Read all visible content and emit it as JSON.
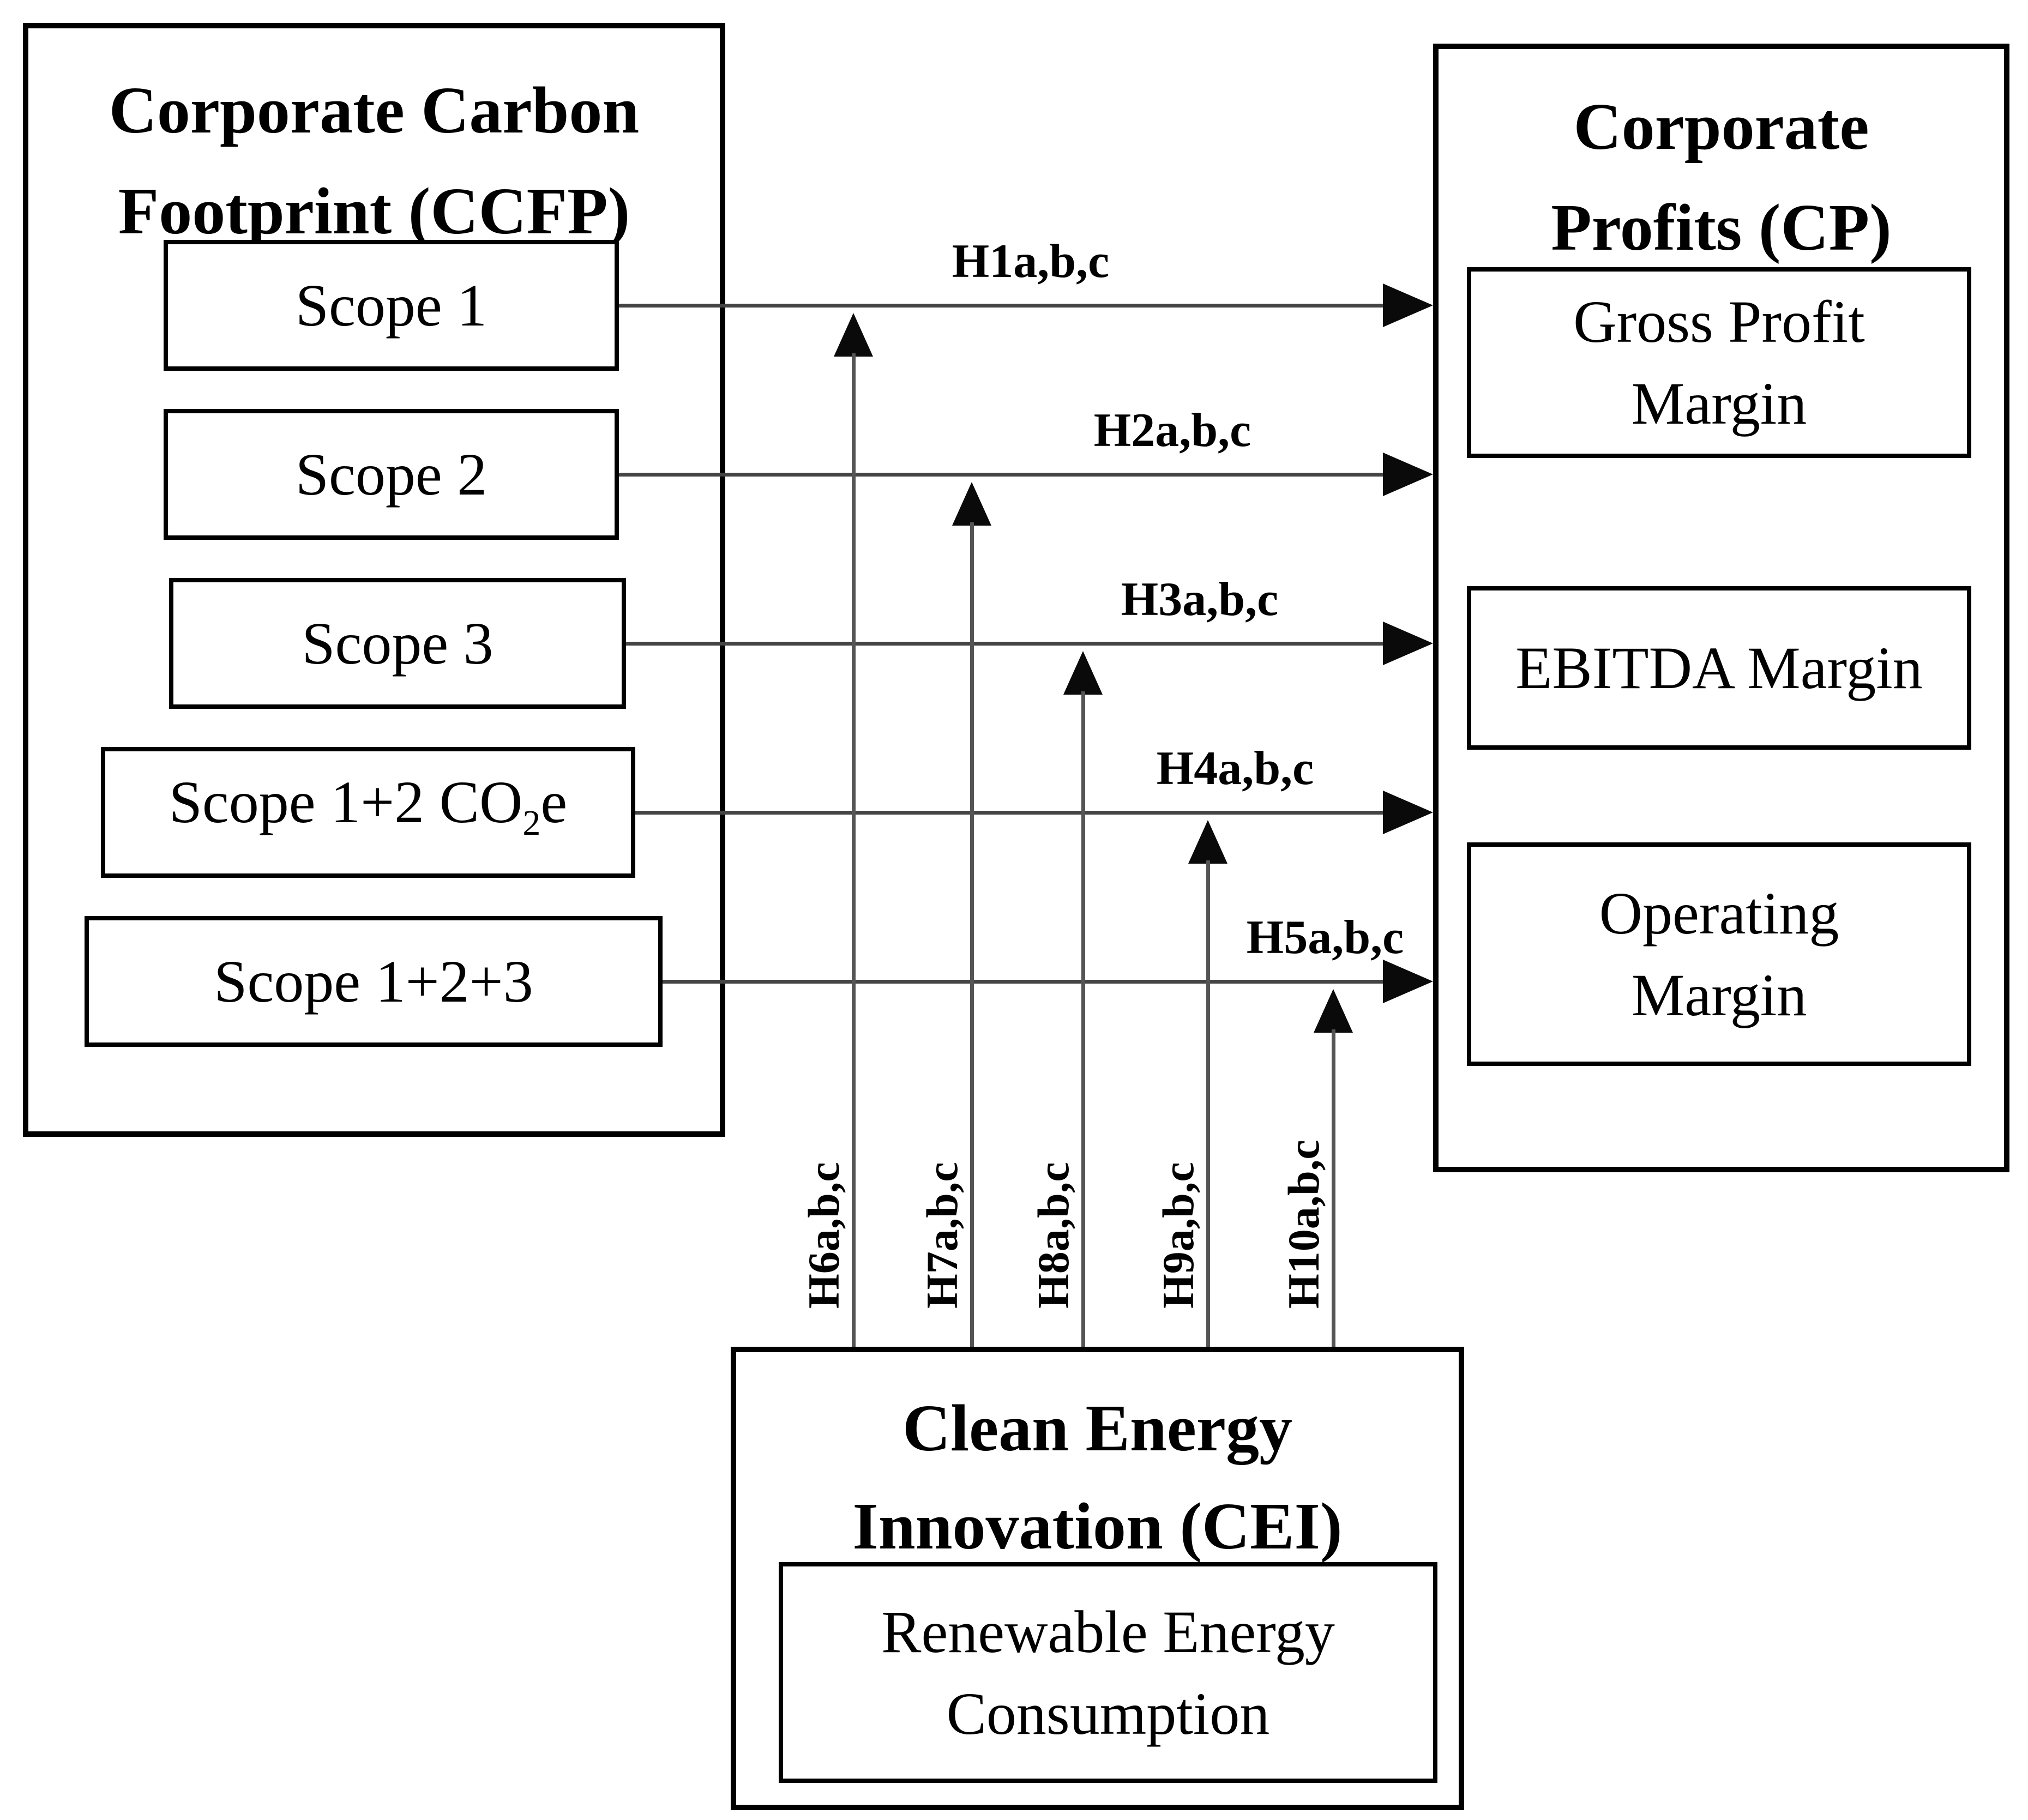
{
  "ccfp": {
    "title_line1": "Corporate Carbon",
    "title_line2": "Footprint (CCFP)",
    "scope1": "Scope 1",
    "scope2": "Scope 2",
    "scope3": "Scope 3",
    "scope4_prefix": "Scope 1+2 CO",
    "scope4_sub": "2",
    "scope4_suffix": "e",
    "scope5": "Scope 1+2+3"
  },
  "cp": {
    "title_line1": "Corporate",
    "title_line2": "Profits (CP)",
    "gross_profit_line1": "Gross Profit",
    "gross_profit_line2": "Margin",
    "ebitda": "EBITDA Margin",
    "operating_line1": "Operating",
    "operating_line2": "Margin"
  },
  "cei": {
    "title_line1": "Clean Energy",
    "title_line2": "Innovation (CEI)",
    "renewable_line1": "Renewable Energy",
    "renewable_line2": "Consumption"
  },
  "hypotheses": {
    "h1": "H1a,b,c",
    "h2": "H2a,b,c",
    "h3": "H3a,b,c",
    "h4": "H4a,b,c",
    "h5": "H5a,b,c",
    "h6": "H6a,b,c",
    "h7": "H7a,b,c",
    "h8": "H8a,b,c",
    "h9": "H9a,b,c",
    "h10": "H10a,b,c"
  },
  "colors": {
    "background": "#ffffff",
    "border": "#000000",
    "line": "#444444",
    "arrowhead": "#0a0a0a",
    "text": "#000000"
  }
}
